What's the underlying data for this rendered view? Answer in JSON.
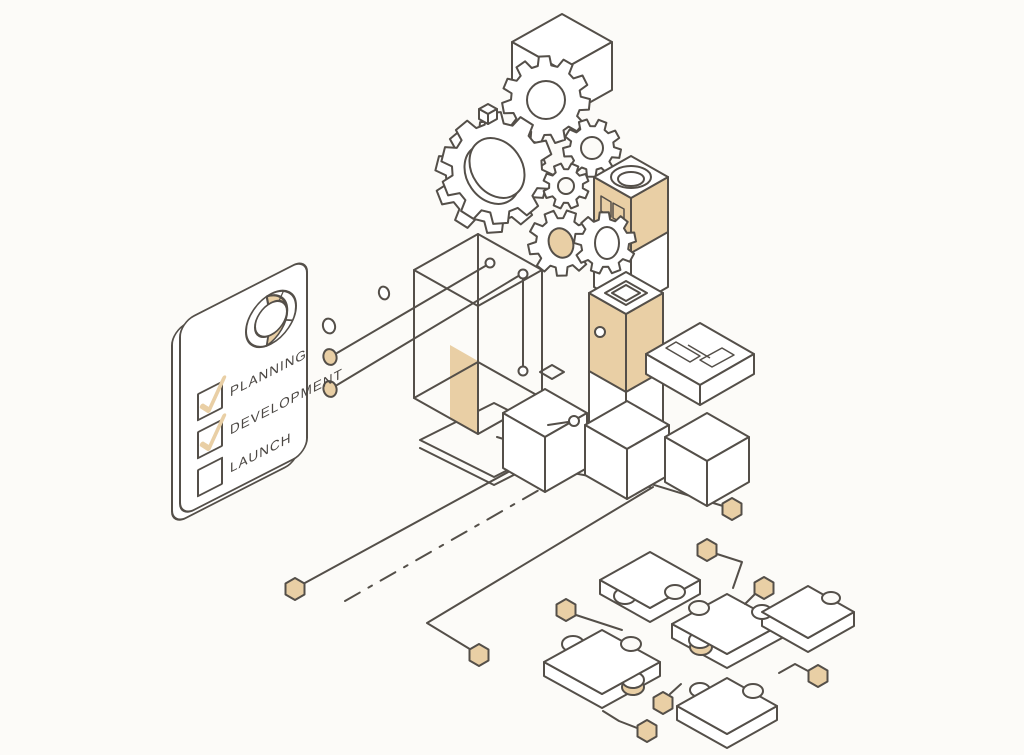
{
  "scene": {
    "description": "Isometric illustration: checklist card with progress donut, gear cluster, stacked block tower, base cubes and platforms, interlocking puzzle pieces, all linked by connector lines with hexagon nodes",
    "background": "#fcfbf8"
  },
  "colors": {
    "line": "#544f49",
    "accent": "#e9cfa5",
    "surface": "#ffffff"
  },
  "checklist": {
    "items": [
      {
        "label": "PLANNING",
        "checked": true
      },
      {
        "label": "DEVELOPMENT",
        "checked": true
      },
      {
        "label": "LAUNCH",
        "checked": false
      }
    ],
    "donut_filled_fraction": 0.45
  }
}
